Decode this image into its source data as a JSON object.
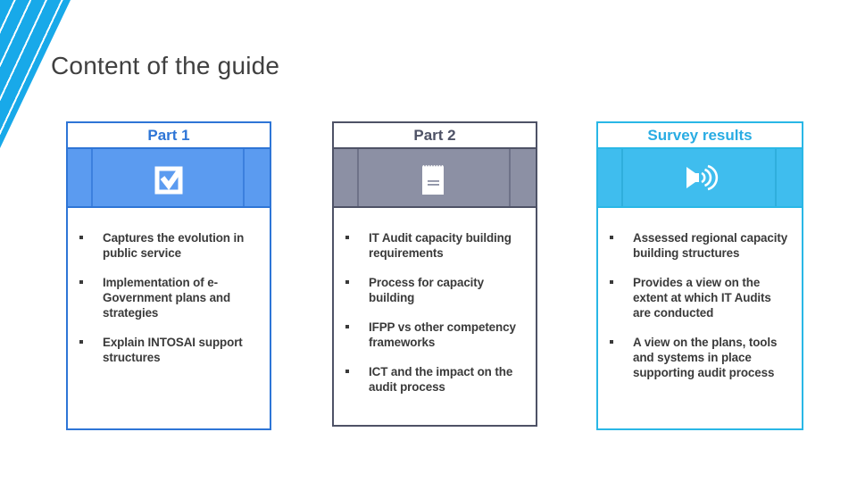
{
  "slide": {
    "title": "Content of the guide",
    "title_color": "#404040",
    "stripe_color": "#18A9E9",
    "bullet_text_color": "#3A3A3A"
  },
  "cards": [
    {
      "title": "Part 1",
      "icon": "checkbox-icon",
      "colors": {
        "border": "#2E75D6",
        "band": "#5B9BF0",
        "divider": "#3C80DE",
        "title": "#2E75D6"
      },
      "bullets": [
        "Captures the evolution in public service",
        "Implementation of e-Government plans and strategies",
        "Explain INTOSAI support structures"
      ]
    },
    {
      "title": "Part 2",
      "icon": "notepad-icon",
      "colors": {
        "border": "#4E5266",
        "band": "#8C90A4",
        "divider": "#6E7288",
        "title": "#4E5266"
      },
      "bullets": [
        "IT Audit capacity building requirements",
        "Process for capacity building",
        "IFPP vs other competency frameworks",
        "ICT and the impact on the audit process"
      ]
    },
    {
      "title": "Survey results",
      "icon": "speaker-icon",
      "colors": {
        "border": "#29B7E6",
        "band": "#3FBDEE",
        "divider": "#2FAEDC",
        "title": "#29ACE3"
      },
      "bullets": [
        "Assessed regional capacity building structures",
        "Provides a view on the extent at  which IT Audits are conducted",
        "A view on the plans, tools and systems in place supporting audit process"
      ]
    }
  ]
}
